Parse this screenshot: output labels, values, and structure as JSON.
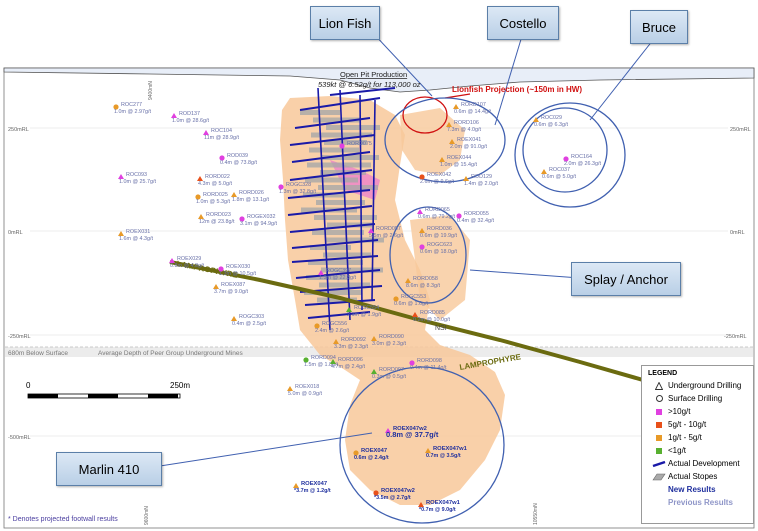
{
  "callouts": {
    "lion_fish": "Lion Fish",
    "costello": "Costello",
    "bruce": "Bruce",
    "splay_anchor": "Splay / Anchor",
    "marlin": "Marlin 410"
  },
  "header": {
    "open_pit": "Open Pit Production",
    "open_pit_stats": "539kt @ 6.52g/t for 113,000 oz",
    "lionfish_projection": "Lionfish Projection (~150m in HW)"
  },
  "axes": {
    "rl_250": "250mRL",
    "rl_0": "0mRL",
    "rl_m250": "-250mRL",
    "rl_m500": "-500mRL",
    "n_top": "9400mN",
    "n_bottom_left": "9600mN",
    "n_bottom_right": "10550mN",
    "depth_left": "680m Below Surface",
    "depth_center": "Average Depth of Peer Group Underground Mines"
  },
  "scale": {
    "zero": "0",
    "max": "250m"
  },
  "lamprophyre": "LAMPROPHYRE",
  "intercepts": [
    {
      "id": "ROC277",
      "grade": "1.0m @ 2.97g/t"
    },
    {
      "id": "ROD137",
      "grade": "1.0m @ 28.6g/t"
    },
    {
      "id": "ROC104",
      "grade": "11m @ 28.9g/t"
    },
    {
      "id": "ROD039",
      "grade": "0.4m @ 73.8g/t"
    },
    {
      "id": "ROC093",
      "grade": "1.0m @ 25.7g/t"
    },
    {
      "id": "RORD022",
      "grade": "4.3m @ 5.0g/t"
    },
    {
      "id": "RORD025",
      "grade": "1.0m @ 5.3g/t"
    },
    {
      "id": "RORD026",
      "grade": "1.8m @ 13.1g/t"
    },
    {
      "id": "RORD023",
      "grade": "12m @ 23.8g/t"
    },
    {
      "id": "ROGEX032",
      "grade": "3.1m @ 94.9g/t"
    },
    {
      "id": "ROEX031",
      "grade": "1.6m @ 4.3g/t"
    },
    {
      "id": "ROEX029",
      "grade": "0.8m @ 4.8g/t"
    },
    {
      "id": "ROEX030",
      "grade": "1.3m @ 10.5g/t"
    },
    {
      "id": "ROEX087",
      "grade": "3.7m @ 9.0g/t"
    },
    {
      "id": "ROGC303",
      "grade": "0.4m @ 2.5g/t"
    },
    {
      "id": "ROGC328",
      "grade": "1.3m @ 32.8g/t"
    },
    {
      "id": "RORD107",
      "grade": "0.6m @ 14.4g/t"
    },
    {
      "id": "RORD106",
      "grade": "7.3m @ 4.0g/t"
    },
    {
      "id": "RORD075",
      "grade": ""
    },
    {
      "id": "ROEX041",
      "grade": "2.0m @ 91.0g/t"
    },
    {
      "id": "ROEX044",
      "grade": "1.0m @ 15.4g/t"
    },
    {
      "id": "ROEX042",
      "grade": "2.6m @ 9.6g/t"
    },
    {
      "id": "ROD129",
      "grade": "1.4m @ 2.0g/t"
    },
    {
      "id": "ROC029",
      "grade": "0.6m @ 6.3g/t"
    },
    {
      "id": "ROC164",
      "grade": "2.0m @ 26.3g/t"
    },
    {
      "id": "ROC037",
      "grade": "0.6m @ 5.0g/t"
    },
    {
      "id": "RORD065",
      "grade": "0.6m @ 79.2g/t"
    },
    {
      "id": "RORD055",
      "grade": "0.4m @ 32.4g/t"
    },
    {
      "id": "RORD057",
      "grade": "5.5m @ 2.6g/t"
    },
    {
      "id": "RORD036",
      "grade": "0.6m @ 19.9g/t"
    },
    {
      "id": "ROGC623",
      "grade": "0.6m @ 18.0g/t"
    },
    {
      "id": "RORD058",
      "grade": "8.6m @ 8.3g/t"
    },
    {
      "id": "ROGC397",
      "grade": "1.3m @ 22.3g/t"
    },
    {
      "id": "ROGC553",
      "grade": "0.6m @ 1.6g/t"
    },
    {
      "id": "RORD085",
      "grade": "0.2m @ 10.0g/t"
    },
    {
      "id": "ROGC554",
      "grade": "2.1m @ 1.9g/t"
    },
    {
      "id": "ROGC556",
      "grade": "2.4m @ 2.6g/t"
    },
    {
      "id": "RORD092",
      "grade": "3.3m @ 2.3g/t"
    },
    {
      "id": "RORD090",
      "grade": "3.0m @ 2.3g/t"
    },
    {
      "id": "RORD094",
      "grade": "1.5m @ 1.8g/t"
    },
    {
      "id": "RORD096",
      "grade": "4.7m @ 2.4g/t"
    },
    {
      "id": "RORD097",
      "grade": "0.3m @ 0.5g/t"
    },
    {
      "id": "RORD098",
      "grade": "0.4m @ 11.4g/t"
    },
    {
      "id": "ROEX018",
      "grade": "5.0m @ 0.9g/t"
    },
    {
      "id": "ROEX047w2",
      "grade": "0.8m @ 37.7g/t"
    },
    {
      "id": "ROEX047",
      "grade": "0.6m @ 2.4g/t"
    },
    {
      "id": "ROEX047w1",
      "grade": "0.7m @ 3.5g/t"
    },
    {
      "id": "ROEX047",
      "grade": "*3.7m @ 1.2g/t"
    },
    {
      "id": "ROEX047w2",
      "grade": "*3.5m @ 2.7g/t"
    },
    {
      "id": "ROEX047w1",
      "grade": "*0.7m @ 9.0g/t"
    }
  ],
  "nsi": "NSI",
  "legend": {
    "title": "LEGEND",
    "underground": "Underground Drilling",
    "surface": "Surface Drilling",
    "g10": ">10g/t",
    "g5_10": "5g/t - 10g/t",
    "g1_5": "1g/t - 5g/t",
    "lt1": "<1g/t",
    "dev": "Actual Development",
    "stopes": "Actual Stopes",
    "new": "New Results",
    "prev": "Previous Results"
  },
  "footnote": "* Denotes projected footwall results",
  "colors": {
    "g10": "#e040e0",
    "g5_10": "#e8501a",
    "g1_5": "#e89a28",
    "lt1": "#58b030",
    "orebody": "#f8c89a",
    "development": "#1a1aa8",
    "lamprophyre": "#6b6b10",
    "ellipse": "#4060b0",
    "projection": "#d01010"
  }
}
